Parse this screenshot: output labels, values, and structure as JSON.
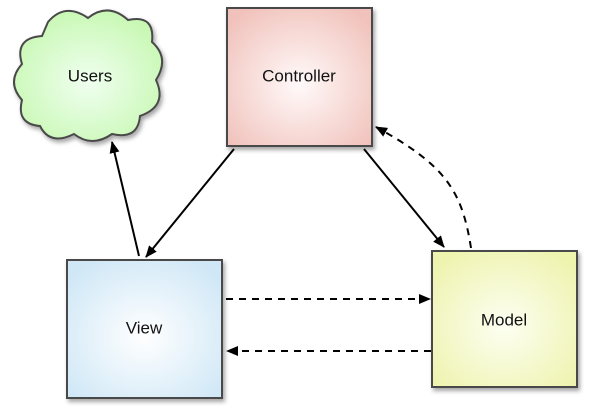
{
  "nodes": {
    "users": {
      "label": "Users",
      "fill": "#c8f7b4"
    },
    "controller": {
      "label": "Controller",
      "fill": "#f4c9c3"
    },
    "view": {
      "label": "View",
      "fill": "#d3e9f7"
    },
    "model": {
      "label": "Model",
      "fill": "#f2f5b8"
    }
  },
  "edges": [
    {
      "from": "controller",
      "to": "view",
      "style": "solid"
    },
    {
      "from": "controller",
      "to": "model",
      "style": "solid"
    },
    {
      "from": "view",
      "to": "users",
      "style": "solid"
    },
    {
      "from": "model",
      "to": "controller",
      "style": "dashed"
    },
    {
      "from": "view",
      "to": "model",
      "style": "dashed"
    },
    {
      "from": "model",
      "to": "view",
      "style": "dashed"
    }
  ]
}
